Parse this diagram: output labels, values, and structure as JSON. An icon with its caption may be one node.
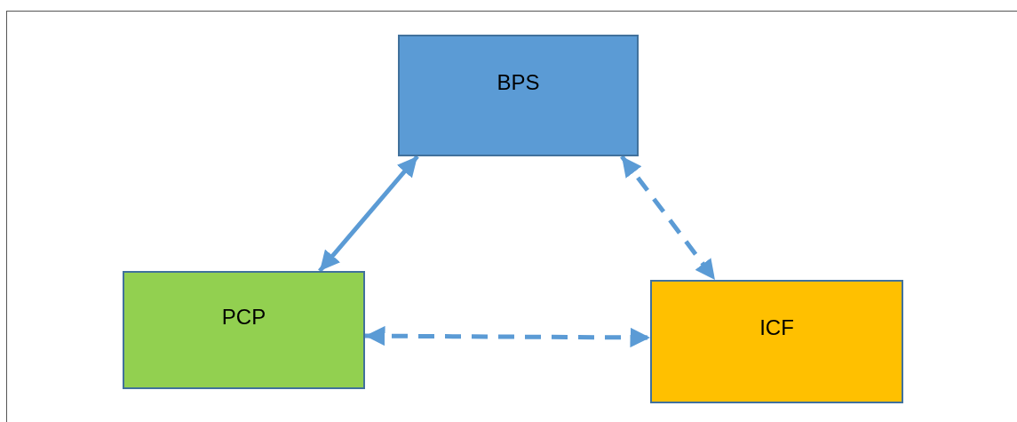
{
  "diagram": {
    "nodes": [
      {
        "text": [
          "BPS"
        ]
      },
      {
        "text": [
          "PCP"
        ]
      },
      {
        "text": [
          "ICF"
        ]
      }
    ],
    "edges": [
      {
        "from": 0,
        "to": 1,
        "arrow": "both"
      },
      {
        "from": 0,
        "to": 2,
        "arrow": "both",
        "style": "dashed"
      },
      {
        "from": 1,
        "to": 2,
        "arrow": "both",
        "style": "dashed"
      }
    ]
  }
}
